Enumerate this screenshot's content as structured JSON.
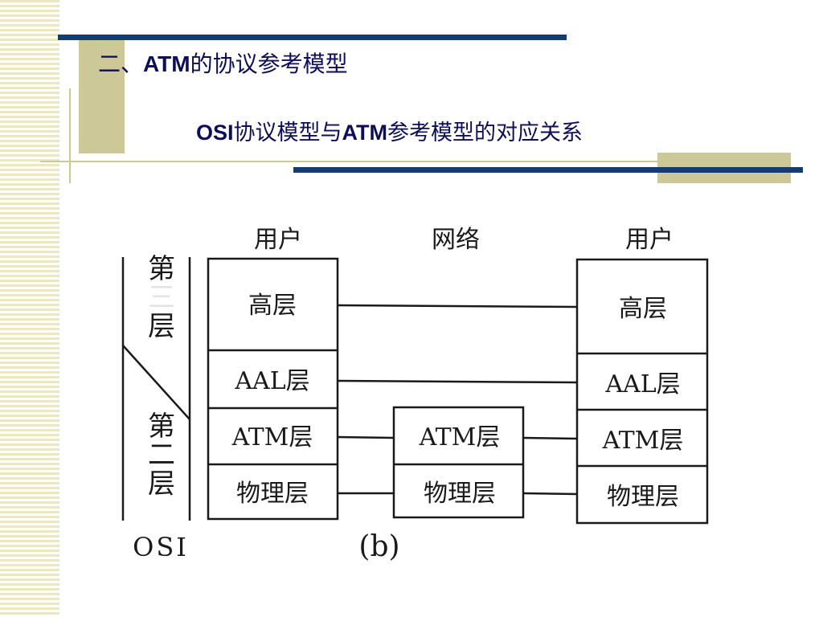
{
  "slide": {
    "heading_prefix": "二、",
    "heading_bold": "ATM",
    "heading_rest": "的协议参考模型",
    "subtitle_bold1": "OSI",
    "subtitle_mid": "协议模型与",
    "subtitle_bold2": "ATM",
    "subtitle_rest": "参考模型的对应关系"
  },
  "diagram": {
    "label_user_left": "用户",
    "label_network": "网络",
    "label_user_right": "用户",
    "osi_upper": "第三层",
    "osi_upper_hidden_char": "三",
    "osi_lower": "第二层",
    "osi_label": "OSI",
    "caption": "(b)",
    "left_stack": [
      "高层",
      "AAL层",
      "ATM层",
      "物理层"
    ],
    "network_stack": [
      "ATM层",
      "物理层"
    ],
    "right_stack": [
      "高层",
      "AAL层",
      "ATM层",
      "物理层"
    ]
  },
  "colors": {
    "accent_blue": "#143c73",
    "tan": "#ccc898",
    "stripe": "#ede6c2",
    "title_text": "#0d0d5a"
  }
}
